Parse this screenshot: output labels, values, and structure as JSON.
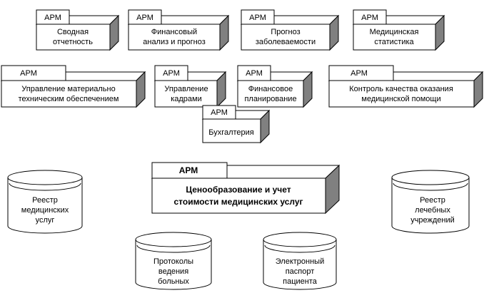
{
  "modules": [
    {
      "tag": "АРМ",
      "lines": [
        "Сводная",
        "отчетность"
      ]
    },
    {
      "tag": "АРМ",
      "lines": [
        "Финансовый",
        "анализ и прогноз"
      ]
    },
    {
      "tag": "АРМ",
      "lines": [
        "Прогноз",
        "заболеваемости"
      ]
    },
    {
      "tag": "АРМ",
      "lines": [
        "Медицинская",
        "статистика"
      ]
    },
    {
      "tag": "АРМ",
      "lines": [
        "Управление материально",
        "техническим обеспечением"
      ]
    },
    {
      "tag": "АРМ",
      "lines": [
        "Управление",
        "кадрами"
      ]
    },
    {
      "tag": "АРМ",
      "lines": [
        "Финансовое",
        "планирование"
      ]
    },
    {
      "tag": "АРМ",
      "lines": [
        "Контроль качества оказания",
        "медицинской помощи"
      ]
    },
    {
      "tag": "АРМ",
      "lines": [
        "Бухгалтерия"
      ]
    }
  ],
  "main_module": {
    "tag": "АРМ",
    "lines": [
      "Ценообразование и учет",
      "стоимости медицинских услуг"
    ]
  },
  "databases": [
    {
      "lines": [
        "Реестр",
        "медицинских",
        "услуг"
      ]
    },
    {
      "lines": [
        "Реестр",
        "лечебных",
        "учреждений"
      ]
    },
    {
      "lines": [
        "Протоколы",
        "ведения",
        "больных"
      ]
    },
    {
      "lines": [
        "Электронный",
        "паспорт",
        "пациента"
      ]
    }
  ]
}
